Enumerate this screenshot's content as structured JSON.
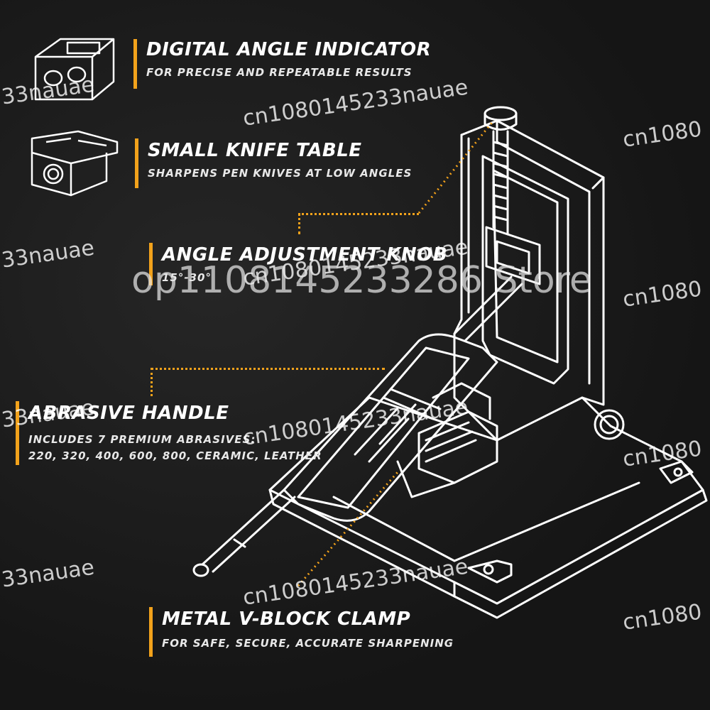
{
  "callouts": [
    {
      "title": "DIGITAL ANGLE INDICATOR",
      "subtitle": "FOR PRECISE AND REPEATABLE RESULTS"
    },
    {
      "title": "SMALL KNIFE TABLE",
      "subtitle": "SHARPENS PEN KNIVES AT LOW ANGLES"
    },
    {
      "title": "ANGLE ADJUSTMENT KNOB",
      "subtitle": "15°-30°"
    },
    {
      "title": "ABRASIVE HANDLE",
      "subtitle": "INCLUDES 7 PREMIUM ABRASIVES:",
      "subtitle2": "220, 320, 400, 600, 800, CERAMIC, LEATHER"
    },
    {
      "title": "METAL V-BLOCK CLAMP",
      "subtitle": "FOR SAFE, SECURE, ACCURATE SHARPENING"
    }
  ],
  "watermarks": {
    "store": "op1108145233286 Store",
    "code": "cn1080145233nauae",
    "short": "cn1080",
    "edge": "33nauae"
  },
  "colors": {
    "accent": "#f2a21b",
    "background": "#1a1a1a",
    "line": "#ffffff"
  },
  "icons": [
    "digital-angle-indicator-icon",
    "small-knife-table-icon"
  ]
}
